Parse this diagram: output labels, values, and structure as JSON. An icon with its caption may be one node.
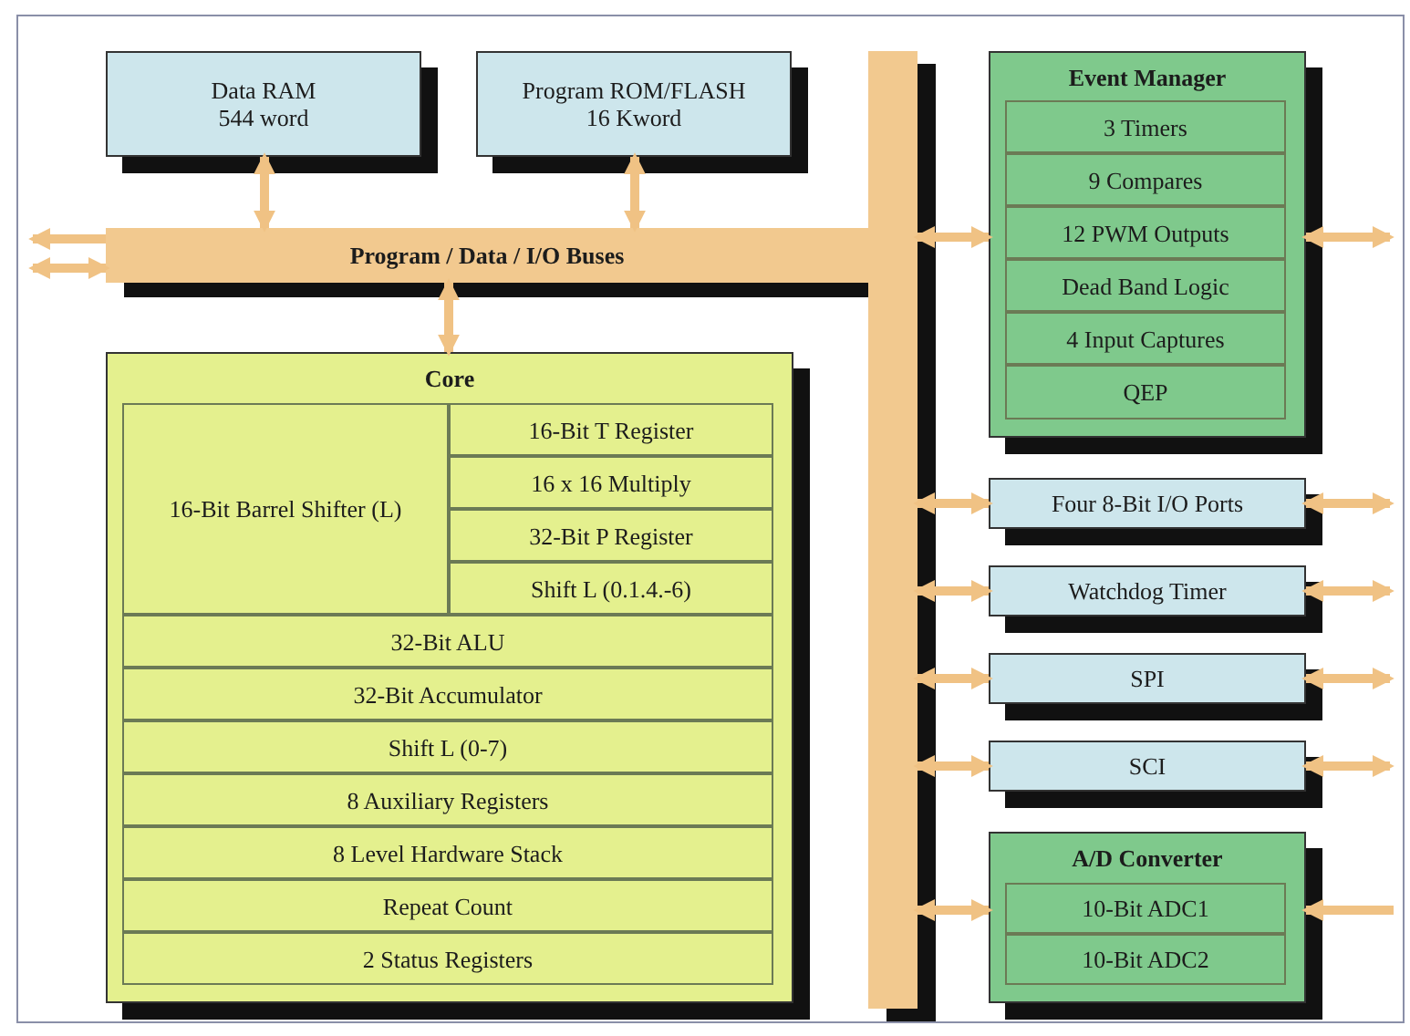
{
  "diagram": {
    "nodes": [
      {
        "text": [
          "Data RAM",
          "544 word"
        ]
      },
      {
        "text": [
          "Program ROM/FLASH",
          "16 Kword"
        ]
      },
      {
        "text": [
          "Program / Data / I/O Buses"
        ]
      },
      {
        "text": [],
        "shape": "bar"
      },
      {
        "text": [
          "Core"
        ]
      },
      {
        "text": [
          "16-Bit Barrel Shifter (L)"
        ],
        "in": 4
      },
      {
        "text": [
          "16-Bit T Register"
        ],
        "in": 4
      },
      {
        "text": [
          "16 x 16 Multiply"
        ],
        "in": 4
      },
      {
        "text": [
          "32-Bit P Register"
        ],
        "in": 4
      },
      {
        "text": [
          "Shift L (0.1.4.-6)"
        ],
        "in": 4
      },
      {
        "text": [
          "32-Bit ALU"
        ],
        "in": 4
      },
      {
        "text": [
          "32-Bit Accumulator"
        ],
        "in": 4
      },
      {
        "text": [
          "Shift L (0-7)"
        ],
        "in": 4
      },
      {
        "text": [
          "8 Auxiliary Registers"
        ],
        "in": 4
      },
      {
        "text": [
          "8 Level Hardware Stack"
        ],
        "in": 4
      },
      {
        "text": [
          "Repeat Count"
        ],
        "in": 4
      },
      {
        "text": [
          "2 Status Registers"
        ],
        "in": 4
      },
      {
        "text": [
          "Event Manager"
        ]
      },
      {
        "text": [
          "3 Timers"
        ],
        "in": 17
      },
      {
        "text": [
          "9 Compares"
        ],
        "in": 17
      },
      {
        "text": [
          "12 PWM Outputs"
        ],
        "in": 17
      },
      {
        "text": [
          "Dead Band Logic"
        ],
        "in": 17
      },
      {
        "text": [
          "4 Input Captures"
        ],
        "in": 17
      },
      {
        "text": [
          "QEP"
        ],
        "in": 17
      },
      {
        "text": [
          "Four 8-Bit I/O Ports"
        ]
      },
      {
        "text": [
          "Watchdog Timer"
        ]
      },
      {
        "text": [
          "SPI"
        ]
      },
      {
        "text": [
          "SCI"
        ]
      },
      {
        "text": [
          "A/D Converter"
        ]
      },
      {
        "text": [
          "10-Bit ADC1"
        ],
        "in": 28
      },
      {
        "text": [
          "10-Bit ADC2"
        ],
        "in": 28
      }
    ],
    "edges": [
      {
        "from": 0,
        "to": 2,
        "arrow": "both"
      },
      {
        "from": 1,
        "to": 2,
        "arrow": "both"
      },
      {
        "from": 2,
        "to": 4,
        "arrow": "both"
      },
      {
        "from": 2,
        "to": null,
        "arrow": "to"
      },
      {
        "from": null,
        "to": 2,
        "arrow": "both"
      },
      {
        "from": 3,
        "to": 17,
        "arrow": "both"
      },
      {
        "from": 17,
        "to": null,
        "arrow": "both"
      },
      {
        "from": 3,
        "to": 24,
        "arrow": "both"
      },
      {
        "from": 24,
        "to": null,
        "arrow": "both"
      },
      {
        "from": 3,
        "to": 25,
        "arrow": "both"
      },
      {
        "from": 25,
        "to": null,
        "arrow": "both"
      },
      {
        "from": 3,
        "to": 26,
        "arrow": "both"
      },
      {
        "from": 26,
        "to": null,
        "arrow": "both"
      },
      {
        "from": 3,
        "to": 27,
        "arrow": "both"
      },
      {
        "from": 27,
        "to": null,
        "arrow": "both"
      },
      {
        "from": 3,
        "to": 28,
        "arrow": "both"
      },
      {
        "from": null,
        "to": 28,
        "arrow": "to"
      }
    ]
  }
}
